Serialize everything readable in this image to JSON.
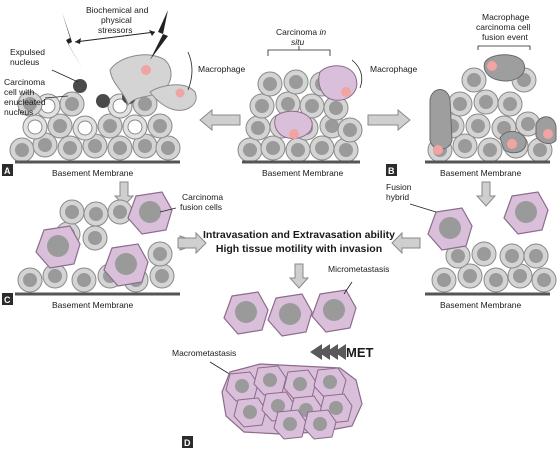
{
  "panels": {
    "A": "A",
    "B": "B",
    "C": "C",
    "D": "D"
  },
  "labels": {
    "stressors_1": "Biochemical and",
    "stressors_2": "physical",
    "stressors_3": "stressors",
    "expulsed_1": "Expulsed",
    "expulsed_2": "nucleus",
    "enucleated_1": "Carcinoma",
    "enucleated_2": "cell with",
    "enucleated_3": "enucleated",
    "enucleated_4": "nucleus",
    "macrophage_a": "Macrophage",
    "insitu_1": "Carcinoma ",
    "insitu_1_italic": "in",
    "insitu_2": "situ",
    "macrophage_b": "Macrophage",
    "fusion_event_1": "Macrophage",
    "fusion_event_2": "carcinoma cell",
    "fusion_event_3": "fusion event",
    "fusion_cells_1": "Carcinoma",
    "fusion_cells_2": "fusion cells",
    "fusion_hybrid_1": "Fusion",
    "fusion_hybrid_2": "hybrid",
    "center_1": "Intravasation and Extravasation ability",
    "center_2": "High tissue motility with invasion",
    "micrometastasis": "Micrometastasis",
    "macrometastasis": "Macrometastasis",
    "met": "MET",
    "basement_membrane": "Basement Membrane"
  },
  "colors": {
    "cell_fill": "#d4d4d4",
    "cell_stroke": "#8a8a8a",
    "nucleus": "#9a9a9a",
    "dark_nucleus": "#4a4a4a",
    "fusion_fill": "#d9bfd9",
    "fusion_stroke": "#8c6b8c",
    "pink_dot": "#f2a3a3",
    "membrane": "#555555",
    "arrow_fill": "#cfcfcf",
    "panel_tag": "#2b2b2b"
  },
  "icons": [
    "lightning-bolt-icon",
    "block-arrow-icon",
    "chevron-arrow-icon"
  ]
}
